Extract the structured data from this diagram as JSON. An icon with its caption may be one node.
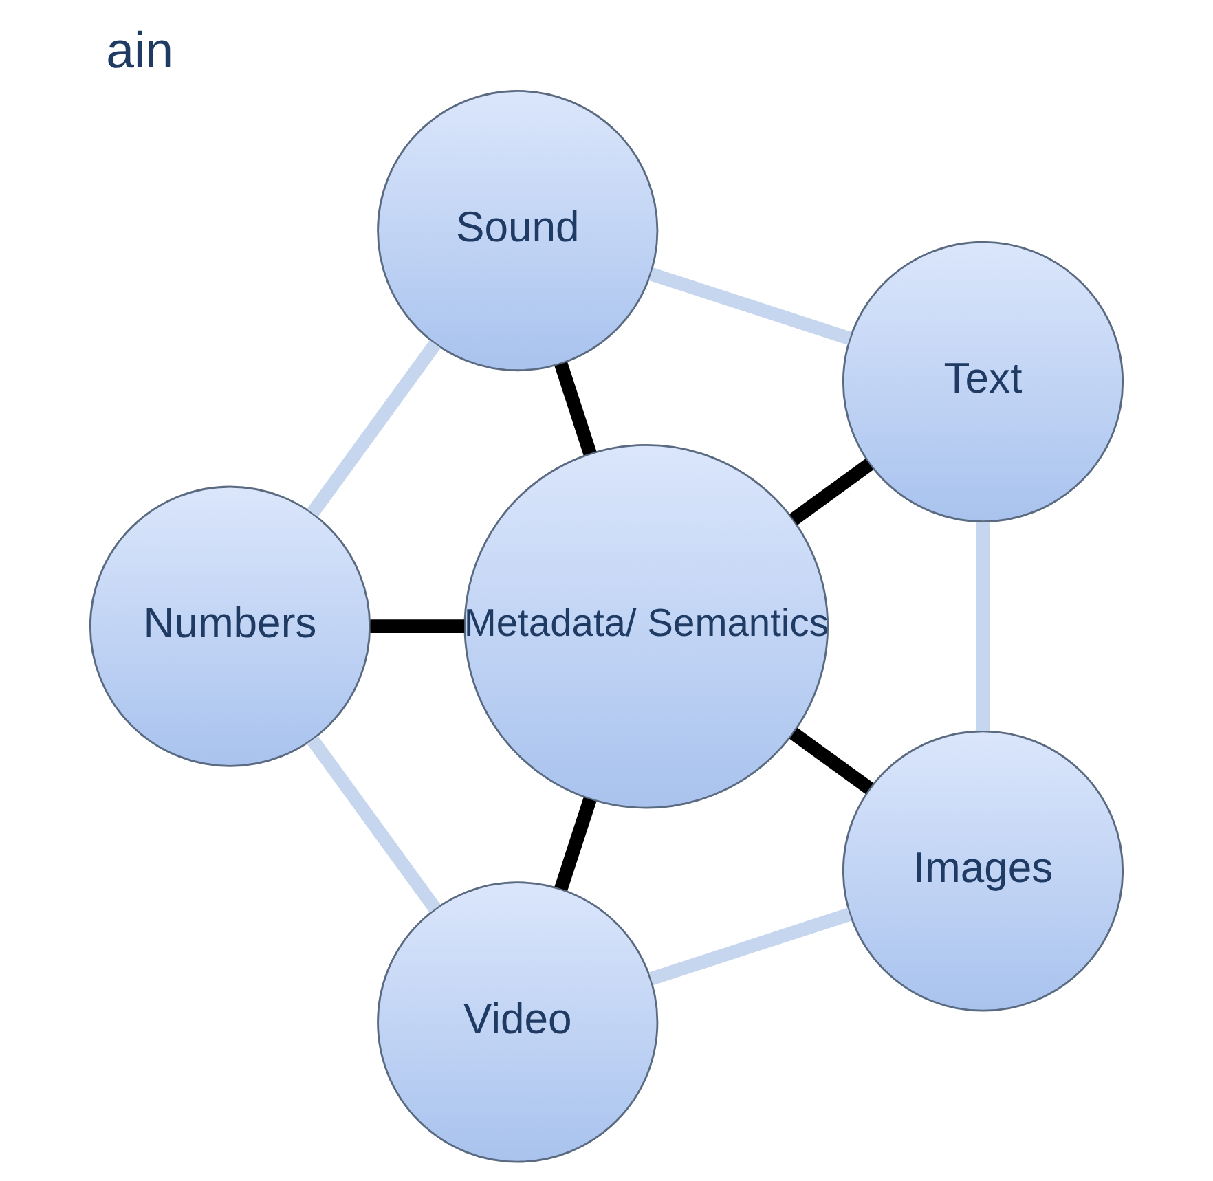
{
  "diagram": {
    "title": "ain",
    "nodes": [
      {
        "text": [
          "Text"
        ]
      },
      {
        "text": [
          "Sound"
        ]
      },
      {
        "text": [
          "Images"
        ]
      },
      {
        "text": [
          "Metadata/ Semantics"
        ]
      },
      {
        "text": [
          "Numbers"
        ]
      },
      {
        "text": [
          "Video"
        ]
      }
    ],
    "edges": [
      {
        "from": 3,
        "to": 0,
        "arrow": "none",
        "color": "#000000"
      },
      {
        "from": 3,
        "to": 2,
        "arrow": "none",
        "color": "#000000"
      },
      {
        "from": 3,
        "to": 5,
        "arrow": "none",
        "color": "#000000"
      },
      {
        "from": 3,
        "to": 4,
        "arrow": "none",
        "color": "#000000"
      },
      {
        "from": 3,
        "to": 1,
        "arrow": "none",
        "color": "#000000"
      },
      {
        "from": 0,
        "to": 2,
        "arrow": "none",
        "color": "#c6d6ee"
      },
      {
        "from": 2,
        "to": 5,
        "arrow": "none",
        "color": "#c6d6ee"
      },
      {
        "from": 5,
        "to": 4,
        "arrow": "none",
        "color": "#c6d6ee"
      },
      {
        "from": 4,
        "to": 1,
        "arrow": "none",
        "color": "#c6d6ee"
      },
      {
        "from": 1,
        "to": 0,
        "arrow": "none",
        "color": "#c6d6ee"
      }
    ]
  }
}
